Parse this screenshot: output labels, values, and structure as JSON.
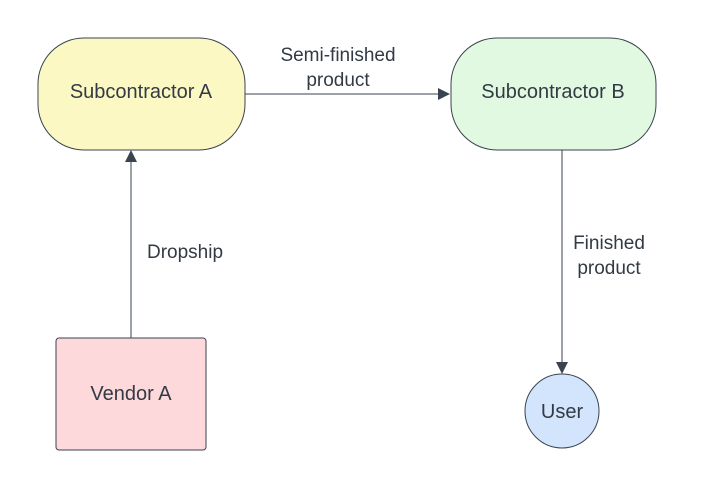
{
  "nodes": {
    "subcontractor_a": {
      "label": "Subcontractor A",
      "fill": "#fbf8c3",
      "stroke": "#3a4350"
    },
    "subcontractor_b": {
      "label": "Subcontractor B",
      "fill": "#e1f9e0",
      "stroke": "#3a4350"
    },
    "vendor_a": {
      "label": "Vendor A",
      "fill": "#fdd9dc",
      "stroke": "#3a4350"
    },
    "user": {
      "label": "User",
      "fill": "#d3e5fc",
      "stroke": "#3a4350"
    }
  },
  "edges": {
    "semi_finished": {
      "line1": "Semi-finished",
      "line2": "product"
    },
    "dropship": {
      "label": "Dropship"
    },
    "finished": {
      "line1": "Finished",
      "line2": "product"
    }
  },
  "colors": {
    "edge": "#3a4350",
    "text": "#333a44"
  }
}
